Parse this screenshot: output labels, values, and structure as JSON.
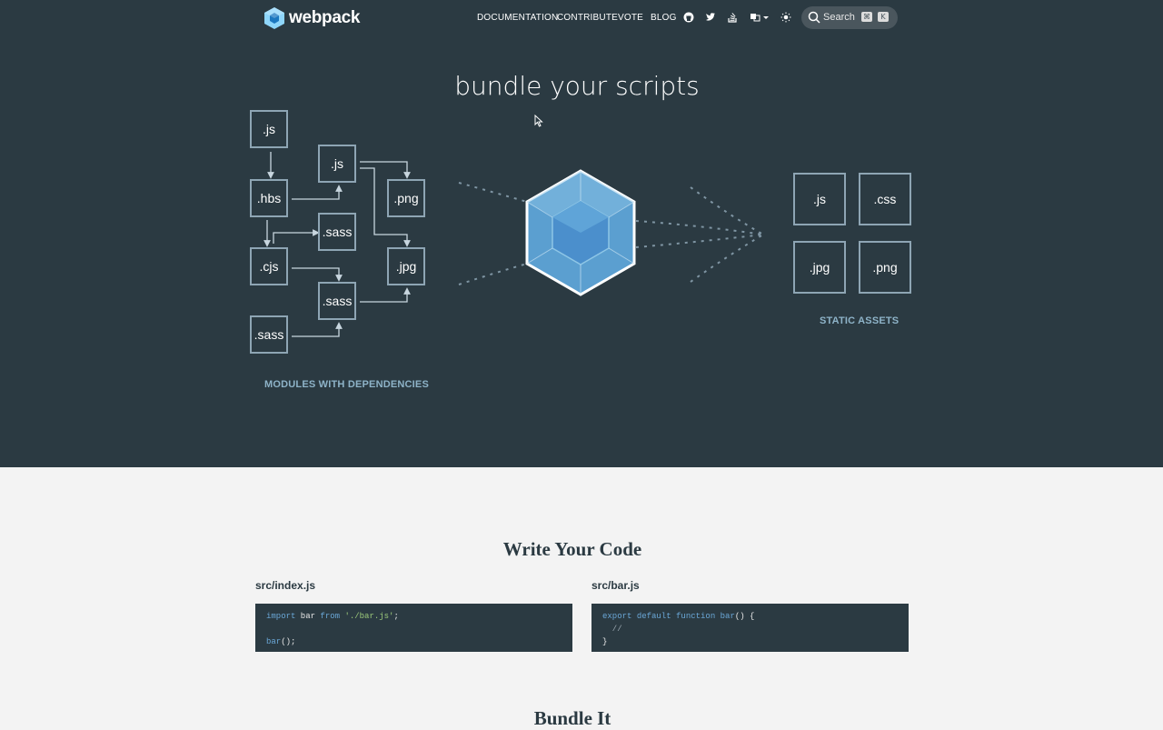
{
  "header": {
    "logo_text": "webpack",
    "nav": [
      "DOCUMENTATION",
      "CONTRIBUTE",
      "VOTE",
      "BLOG"
    ],
    "icons": [
      "github-icon",
      "twitter-icon",
      "stack-overflow-icon",
      "language-icon",
      "chevron-down-icon",
      "sun-icon"
    ],
    "search": {
      "label": "Search",
      "keys": [
        "⌘",
        "K"
      ]
    }
  },
  "hero": {
    "title": "bundle your scripts",
    "modules": [
      ".js",
      ".js",
      ".hbs",
      ".png",
      ".sass",
      ".cjs",
      ".jpg",
      ".sass",
      ".sass"
    ],
    "modules_caption": "MODULES WITH DEPENDENCIES",
    "assets": [
      ".js",
      ".css",
      ".jpg",
      ".png"
    ],
    "assets_caption": "STATIC ASSETS",
    "colors": {
      "background": "#2b3a42",
      "cube_outer": "#8ed6fb",
      "cube_inner": "#1c78c0",
      "box_border": "#8ea5b4"
    }
  },
  "write_code": {
    "title": "Write Your Code",
    "files": [
      {
        "name": "src/index.js",
        "lines": [
          [
            {
              "t": "import",
              "c": "kw"
            },
            {
              "t": " bar ",
              "c": ""
            },
            {
              "t": "from",
              "c": "kw"
            },
            {
              "t": " ",
              "c": ""
            },
            {
              "t": "'./bar.js'",
              "c": "str"
            },
            {
              "t": ";",
              "c": ""
            }
          ],
          [],
          [
            {
              "t": "bar",
              "c": "fn"
            },
            {
              "t": "();",
              "c": ""
            }
          ]
        ]
      },
      {
        "name": "src/bar.js",
        "lines": [
          [
            {
              "t": "export",
              "c": "kw"
            },
            {
              "t": " ",
              "c": ""
            },
            {
              "t": "default",
              "c": "kw"
            },
            {
              "t": " ",
              "c": ""
            },
            {
              "t": "function",
              "c": "kw"
            },
            {
              "t": " ",
              "c": ""
            },
            {
              "t": "bar",
              "c": "fn"
            },
            {
              "t": "() {",
              "c": ""
            }
          ],
          [
            {
              "t": "  //",
              "c": "cm"
            }
          ],
          [
            {
              "t": "}",
              "c": ""
            }
          ]
        ]
      }
    ]
  },
  "bundle": {
    "title": "Bundle It"
  }
}
